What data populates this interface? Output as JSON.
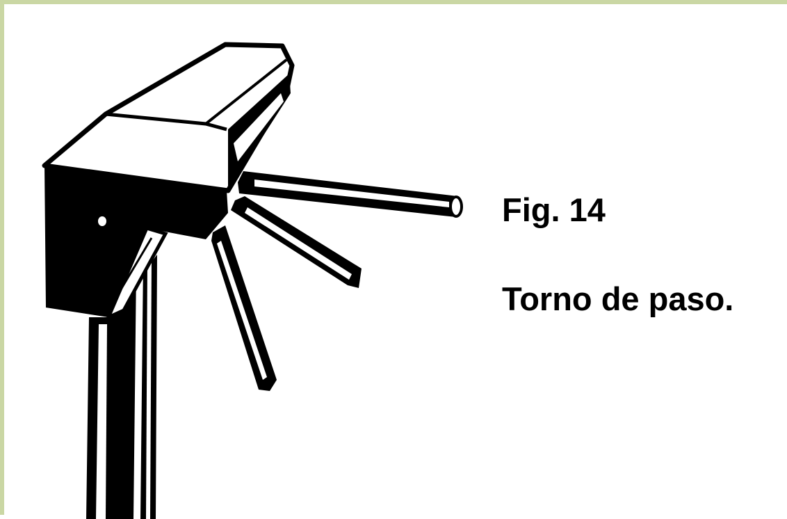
{
  "figure": {
    "label": "Fig. 14",
    "caption": "Torno de paso.",
    "illustration_subject": "tripod-turnstile",
    "frame_color": "#cad7a4",
    "ink_color": "#000000"
  }
}
